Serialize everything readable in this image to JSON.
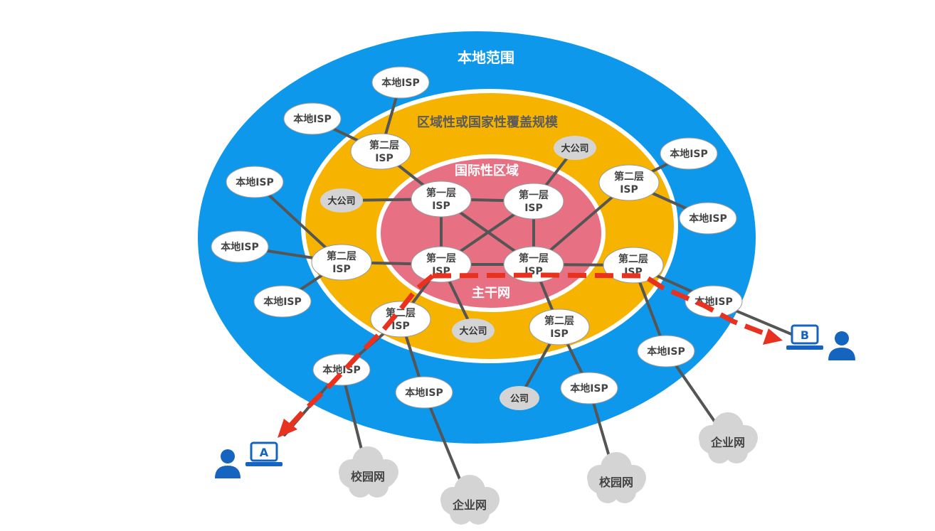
{
  "colors": {
    "outer_ring": "#0d98ec",
    "middle_ring": "#f6b400",
    "inner_ring": "#e77083",
    "ring_border": "#ffffff",
    "node_fill": "#ffffff",
    "small_node_fill": "#d4d4d4",
    "link": "#555555",
    "path": "#e8311e",
    "user": "#1565c0"
  },
  "labels": {
    "local_scope": "本地范围",
    "regional_scope": "区域性或国家性覆盖规模",
    "international_scope": "国际性区域",
    "backbone": "主干网"
  },
  "nodes": {
    "tier1_a": [
      "第一层",
      "ISP"
    ],
    "tier1_b": [
      "第一层",
      "ISP"
    ],
    "tier1_c": [
      "第一层",
      "ISP"
    ],
    "tier1_d": [
      "第一层",
      "ISP"
    ],
    "tier2_top": [
      "第二层",
      "ISP"
    ],
    "tier2_right_top": [
      "第二层",
      "ISP"
    ],
    "tier2_left": [
      "第二层",
      "ISP"
    ],
    "tier2_right": [
      "第二层",
      "ISP"
    ],
    "tier2_bottom_left": [
      "第二层",
      "ISP"
    ],
    "tier2_bottom": [
      "第二层",
      "ISP"
    ],
    "local_1": "本地ISP",
    "local_2": "本地ISP",
    "local_3": "本地ISP",
    "local_4": "本地ISP",
    "local_5": "本地ISP",
    "local_6": "本地ISP",
    "local_7": "本地ISP",
    "local_8": "本地ISP",
    "local_9": "本地ISP",
    "local_10": "本地ISP",
    "local_11": "本地ISP",
    "company_big_1": "大公司",
    "company_big_2": "大公司",
    "company_big_3": "大公司",
    "company": "公司",
    "campus_1": "校园网",
    "campus_2": "校园网",
    "enterprise_1": "企业网",
    "enterprise_2": "企业网"
  },
  "hosts": {
    "host_a": "A",
    "host_b": "B"
  }
}
